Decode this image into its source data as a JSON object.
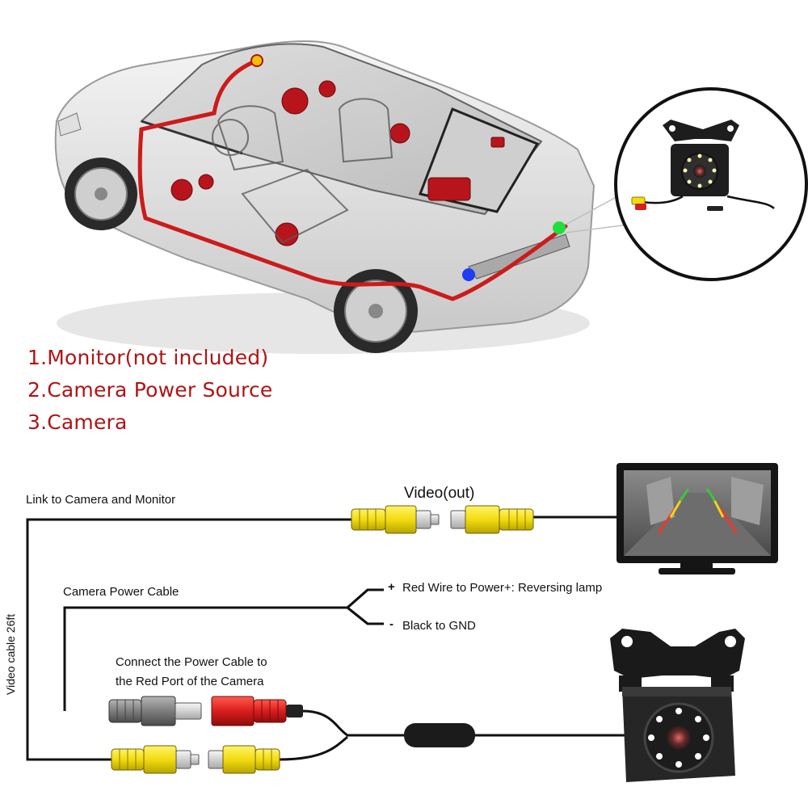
{
  "legend": {
    "item1": "1.Monitor(not included)",
    "item2": "2.Camera Power Source",
    "item3": "3.Camera"
  },
  "labels": {
    "link": "Link to Camera and Monitor",
    "video_out": "Video(out)",
    "power_cable": "Camera Power Cable",
    "red_wire": "Red Wire to Power+: Reversing lamp",
    "black_wire": "Black to GND",
    "plus_sign": "+",
    "minus_sign": "-",
    "connect_line1": "Connect the Power Cable to",
    "connect_line2": "the Red Port of the Camera",
    "video_cable": "Video cable 26ft"
  },
  "colors": {
    "wire_route": "#cc1b1b",
    "marker_monitor": "#f0c000",
    "marker_power": "#1e3cf0",
    "marker_camera": "#1ee03c",
    "rca_yellow": "#f7e21c",
    "power_red": "#d91e1e",
    "legend_text": "#b01414"
  }
}
